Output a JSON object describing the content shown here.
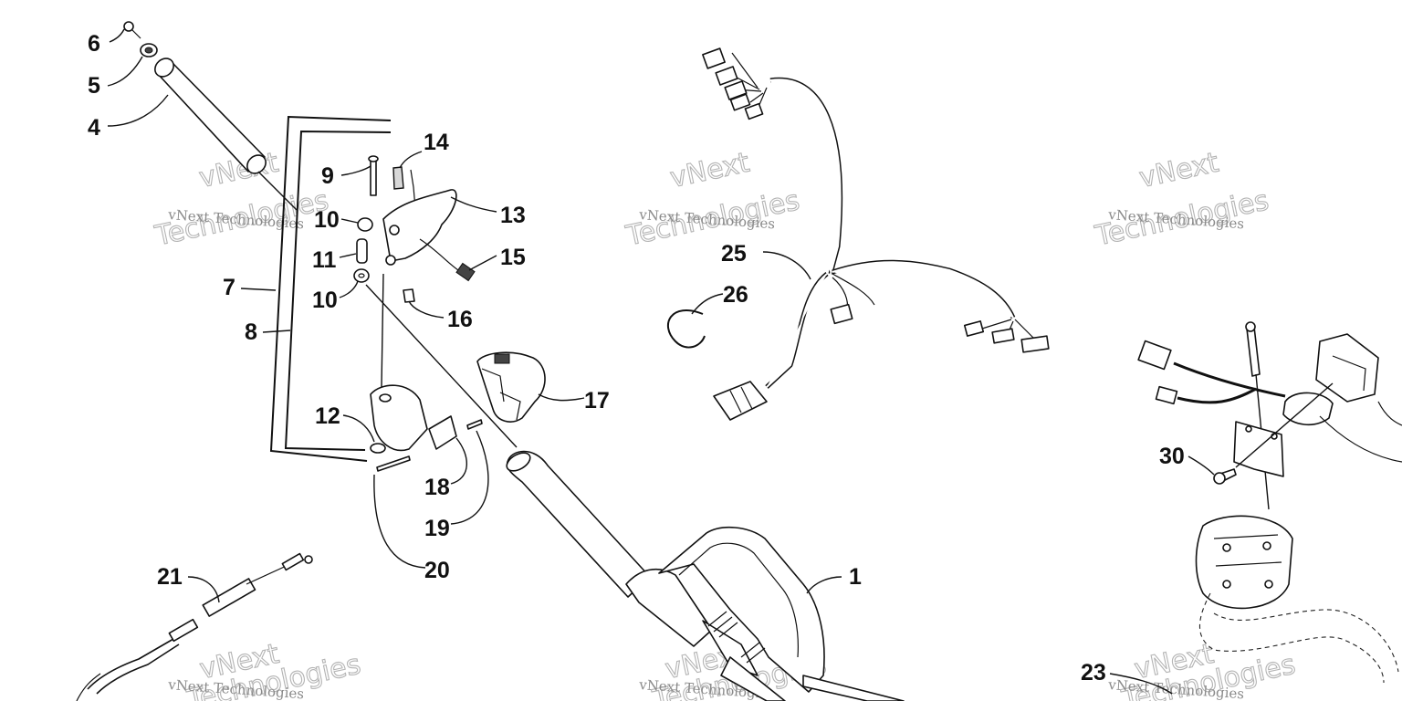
{
  "callouts": [
    "1",
    "4",
    "5",
    "6",
    "7",
    "8",
    "9",
    "10",
    "10",
    "11",
    "12",
    "13",
    "14",
    "15",
    "16",
    "17",
    "18",
    "19",
    "20",
    "21",
    "23",
    "25",
    "26",
    "30"
  ],
  "watermark": {
    "company_line": "vNext Technologies",
    "logo_top": "vNext",
    "logo_bottom": "Technologies"
  }
}
